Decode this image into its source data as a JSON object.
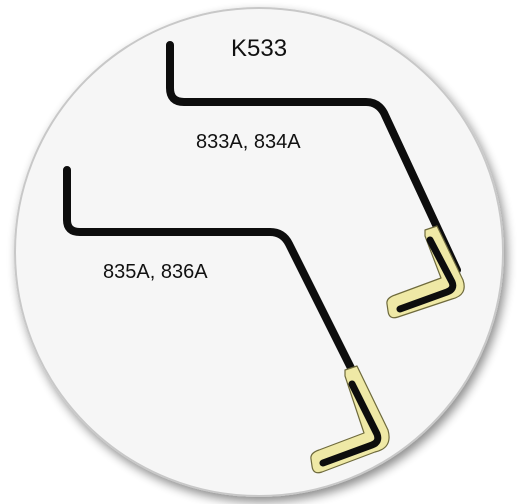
{
  "diagram": {
    "title": "K533",
    "upper_part_label": "833A, 834A",
    "lower_part_label": "835A, 836A"
  },
  "colors": {
    "background": "#ffffff",
    "disc_fill": "#f6f6f6",
    "disc_border": "#c8c8c8",
    "rod": "#0d0d0d",
    "sleeve_fill": "#efe9a6",
    "sleeve_outline": "#6e6a3c"
  }
}
